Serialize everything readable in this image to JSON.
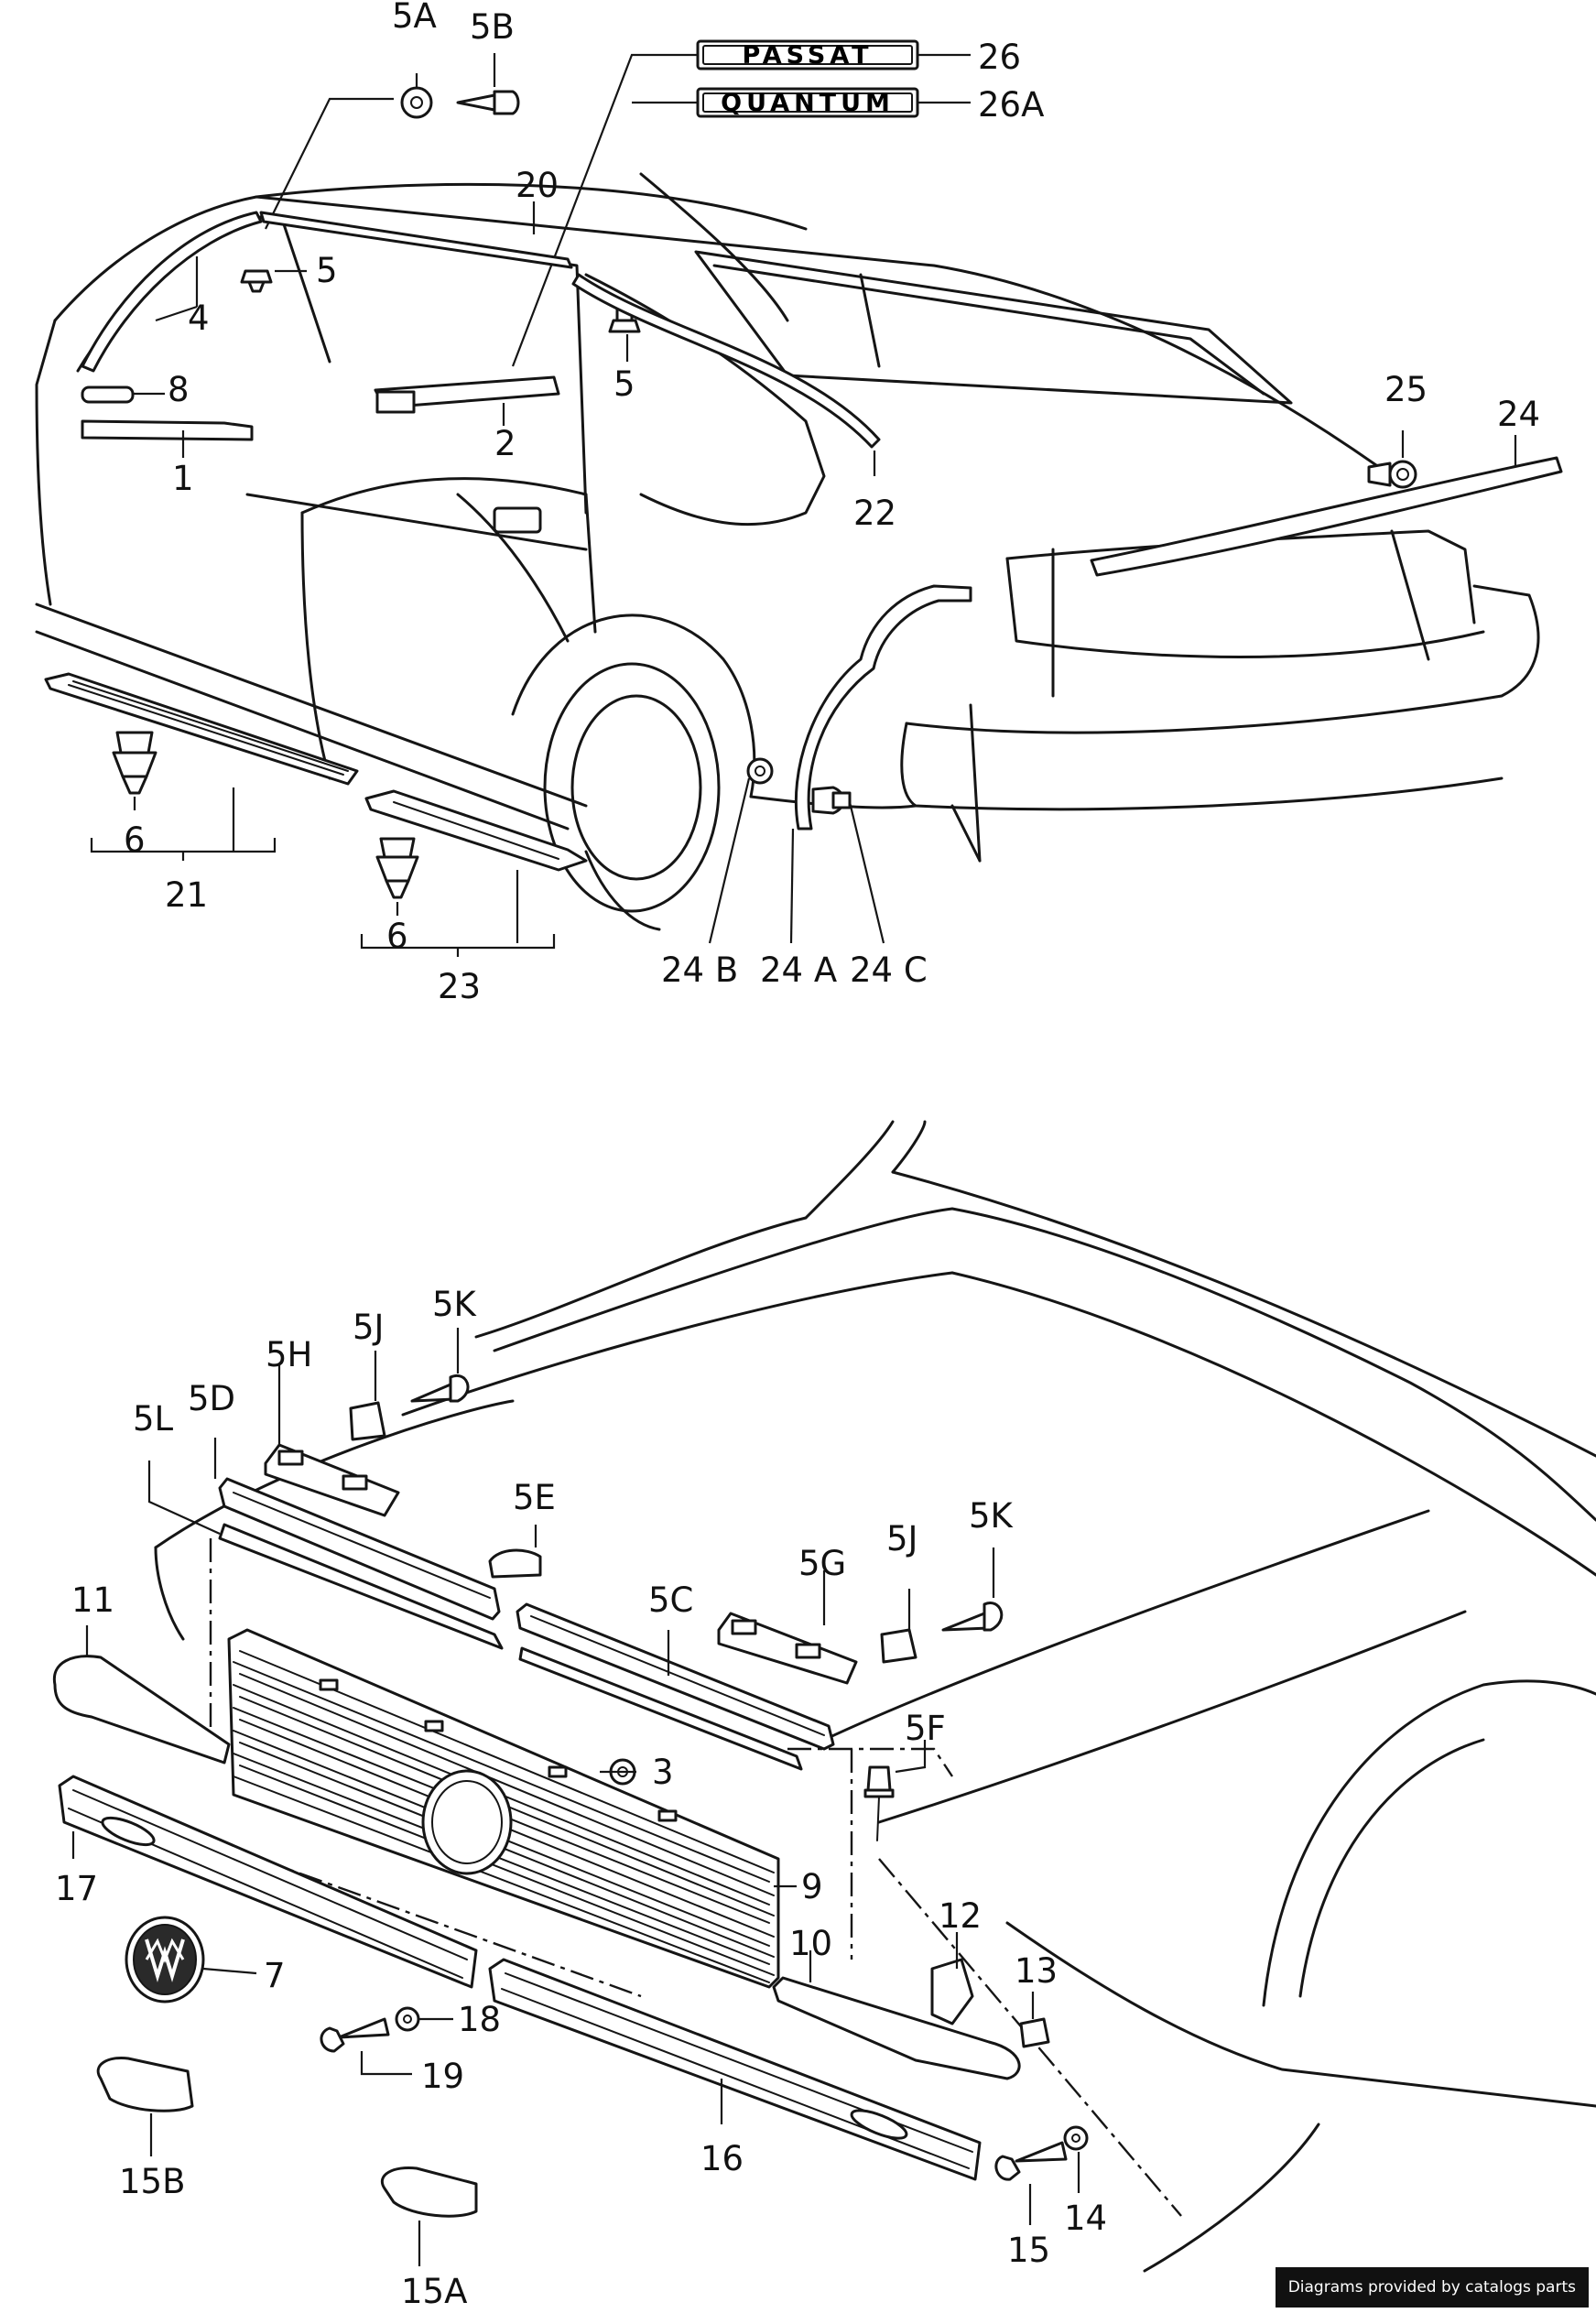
{
  "top_view": {
    "emblems": [
      "PASSAT",
      "QUANTUM"
    ],
    "labels": {
      "p5A": "5A",
      "p5B": "5B",
      "p26": "26",
      "p26A": "26A",
      "p20": "20",
      "p5a": "5",
      "p5b": "5",
      "p4": "4",
      "p8": "8",
      "p1": "1",
      "p2": "2",
      "p25": "25",
      "p24": "24",
      "p22": "22",
      "p6a": "6",
      "p21": "21",
      "p6b": "6",
      "p23": "23",
      "p24B": "24 B",
      "p24A": "24 A",
      "p24C": "24 C"
    }
  },
  "bottom_view": {
    "labels": {
      "p5K1": "5K",
      "p5J1": "5J",
      "p5H": "5H",
      "p5D": "5D",
      "p5L": "5L",
      "p5E": "5E",
      "p5K2": "5K",
      "p5J2": "5J",
      "p5G": "5G",
      "p5C": "5C",
      "p11": "11",
      "p3": "3",
      "p5F": "5F",
      "p17": "17",
      "p9": "9",
      "p12": "12",
      "p7": "7",
      "p10": "10",
      "p13": "13",
      "p18": "18",
      "p19": "19",
      "p15B": "15B",
      "p16": "16",
      "p15": "15",
      "p14": "14",
      "p15A": "15A"
    }
  },
  "footer": {
    "credit": "Diagrams provided by catalogs parts"
  }
}
